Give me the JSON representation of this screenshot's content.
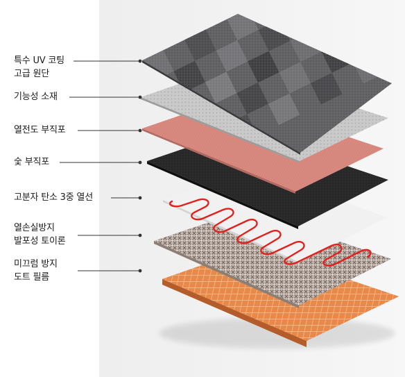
{
  "labels": [
    {
      "line1": "특수 UV 코팅",
      "line2": "고급 원단"
    },
    {
      "line1": "기능성 소재",
      "line2": ""
    },
    {
      "line1": "열전도 부직포",
      "line2": ""
    },
    {
      "line1": "숯 부직포",
      "line2": ""
    },
    {
      "line1": "고분자 탄소 3중 열선",
      "line2": ""
    },
    {
      "line1": "열손실방지",
      "line2": "발포성 토이론"
    },
    {
      "line1": "미끄럼 방지",
      "line2": "도트 필름"
    }
  ],
  "colors": {
    "top_fabric": "#5b5b5e",
    "functional": "#c9c9c9",
    "conductive": "#d98a80",
    "charcoal": "#262626",
    "heating_wire": "#e0211c",
    "foam": "#b7aca6",
    "dot_film": "#e8894a"
  }
}
